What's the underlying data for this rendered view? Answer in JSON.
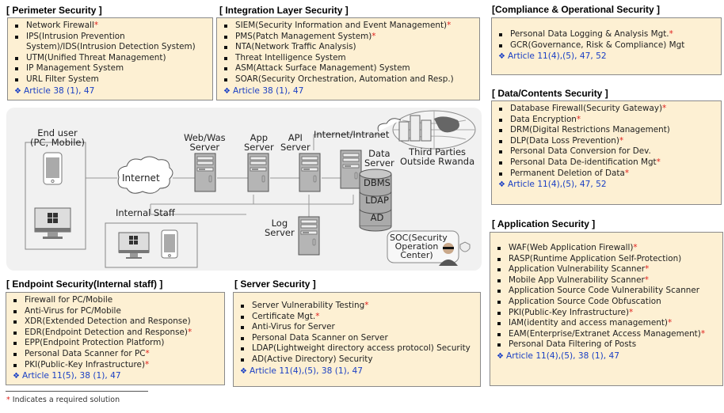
{
  "panels": {
    "perimeter": {
      "title": "[ Perimeter Security ]",
      "items": [
        {
          "text": "Network Firewall",
          "required": "*"
        },
        {
          "text": "IPS(Intrusion Prevention System)/IDS(Intrusion Detection System)",
          "required": ""
        },
        {
          "text": "UTM(Unified Threat Management)",
          "required": ""
        },
        {
          "text": "IP Management System",
          "required": ""
        },
        {
          "text": "URL Filter System",
          "required": ""
        }
      ],
      "article": "Article 38 (1), 47"
    },
    "integration": {
      "title": "[ Integration Layer Security ]",
      "items": [
        {
          "text": "SIEM(Security Information and Event Management)",
          "required": "*"
        },
        {
          "text": "PMS(Patch Management System)",
          "required": "*"
        },
        {
          "text": "NTA(Network Traffic Analysis)",
          "required": ""
        },
        {
          "text": "Threat Intelligence System",
          "required": ""
        },
        {
          "text": "ASM(Attack Surface Management) System",
          "required": ""
        },
        {
          "text": "SOAR(Security Orchestration, Automation and Resp.)",
          "required": ""
        }
      ],
      "article": "Article 38 (1), 47"
    },
    "compliance": {
      "title": "[Compliance & Operational Security ]",
      "items": [
        {
          "text": "Personal Data Logging & Analysis Mgt.",
          "required": "*"
        },
        {
          "text": "GCR(Governance, Risk & Compliance) Mgt",
          "required": ""
        }
      ],
      "article": "Article 11(4),(5), 47, 52"
    },
    "data": {
      "title": "[ Data/Contents Security ]",
      "items": [
        {
          "text": "Database Firewall(Security Gateway)",
          "required": "*"
        },
        {
          "text": "Data Encryption",
          "required": "*"
        },
        {
          "text": "DRM(Digital Restrictions Management)",
          "required": ""
        },
        {
          "text": "DLP(Data Loss Prevention)",
          "required": "*"
        },
        {
          "text": "Personal Data Conversion for Dev.",
          "required": ""
        },
        {
          "text": "Personal Data De-identification Mgt",
          "required": "*"
        },
        {
          "text": "Permanent Deletion of Data",
          "required": "*"
        }
      ],
      "article": "Article 11(4),(5), 47, 52"
    },
    "application": {
      "title": "[ Application Security ]",
      "items": [
        {
          "text": "WAF(Web Application Firewall)",
          "required": "*"
        },
        {
          "text": "RASP(Runtime Application Self-Protection)",
          "required": ""
        },
        {
          "text": "Application Vulnerability Scanner",
          "required": "*"
        },
        {
          "text": "Mobile App Vulnerability Scanner",
          "required": "*"
        },
        {
          "text": "Application Source Code Vulnerability Scanner",
          "required": ""
        },
        {
          "text": "Application Source Code Obfuscation",
          "required": ""
        },
        {
          "text": "PKI(Public-Key Infrastructure)",
          "required": "*"
        },
        {
          "text": "IAM(identity and access management)",
          "required": "*"
        },
        {
          "text": "EAM(Enterprise/Extranet Access Management)",
          "required": "*"
        },
        {
          "text": "Personal Data Filtering of Posts",
          "required": ""
        }
      ],
      "article": "Article 11(4),(5), 38 (1), 47"
    },
    "endpoint": {
      "title": "[ Endpoint Security(Internal staff) ]",
      "items": [
        {
          "text": "Firewall for PC/Mobile",
          "required": ""
        },
        {
          "text": "Anti-Virus for PC/Mobile",
          "required": ""
        },
        {
          "text": "XDR(Extended Detection and Response)",
          "required": ""
        },
        {
          "text": "EDR(Endpoint Detection and Response)",
          "required": "*"
        },
        {
          "text": "EPP(Endpoint Protection Platform)",
          "required": ""
        },
        {
          "text": "Personal Data Scanner for PC",
          "required": "*"
        },
        {
          "text": "PKI(Public-Key Infrastructure)",
          "required": "*"
        }
      ],
      "article": "Article 11(5), 38 (1), 47"
    },
    "server": {
      "title": "[ Server Security ]",
      "items": [
        {
          "text": "Server Vulnerability Testing",
          "required": "*"
        },
        {
          "text": "Certificate Mgt.",
          "required": "*"
        },
        {
          "text": "Anti-Virus for Server",
          "required": ""
        },
        {
          "text": "Personal Data Scanner on Server",
          "required": ""
        },
        {
          "text": "LDAP(Lightweight directory access protocol) Security",
          "required": ""
        },
        {
          "text": "AD(Active Directory) Security",
          "required": ""
        }
      ],
      "article": "Article 11(4),(5), 38 (1), 47"
    }
  },
  "diagram": {
    "end_user_line1": "End user",
    "end_user_line2": "(PC, Mobile)",
    "internet": "Internet",
    "internal_staff": "Internal Staff",
    "web_was_line1": "Web/Was",
    "web_was_line2": "Server",
    "app_line1": "App",
    "app_line2": "Server",
    "api_line1": "API",
    "api_line2": "Server",
    "internet_intranet": "Internet/Intranet",
    "data_line1": "Data",
    "data_line2": "Server",
    "third_line1": "Third Parties",
    "third_line2": "Outside Rwanda",
    "log_line1": "Log",
    "log_line2": "Server",
    "dbms": "DBMS",
    "ldap": "LDAP",
    "ad": "AD",
    "soc_line1": "SOC(Security",
    "soc_line2": "Operation",
    "soc_line3": "Center)"
  },
  "footnote": {
    "star": "*",
    "text": " Indicates a required solution"
  },
  "colors": {
    "panel_bg": "#fdf0d3",
    "required": "#e0201c",
    "article": "#1a3fc4"
  }
}
